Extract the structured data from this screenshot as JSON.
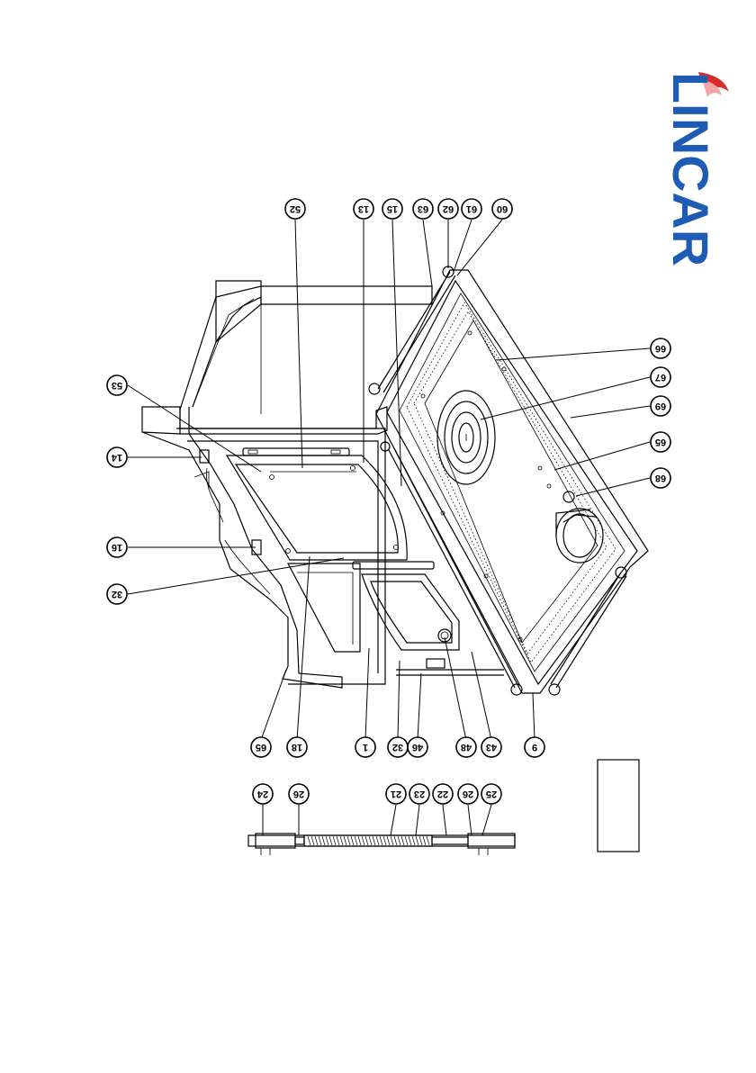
{
  "logo": {
    "text": "LINCAR",
    "colors": {
      "text": "#1e5bb5",
      "flame_red": "#d92b2b",
      "flame_light": "#f2a6a6"
    }
  },
  "colors": {
    "line": "#000000",
    "background": "#ffffff"
  },
  "callouts_top": [
    "52",
    "13",
    "15",
    "63",
    "62",
    "61",
    "60"
  ],
  "callouts_right": [
    "66",
    "67",
    "69",
    "65",
    "68"
  ],
  "callouts_left": [
    "53",
    "14",
    "16",
    "32"
  ],
  "callouts_bottom": [
    "65",
    "18",
    "1",
    "32",
    "46",
    "48",
    "43",
    "9"
  ],
  "callouts_detail": [
    "24",
    "26",
    "21",
    "23",
    "22",
    "26",
    "25"
  ]
}
